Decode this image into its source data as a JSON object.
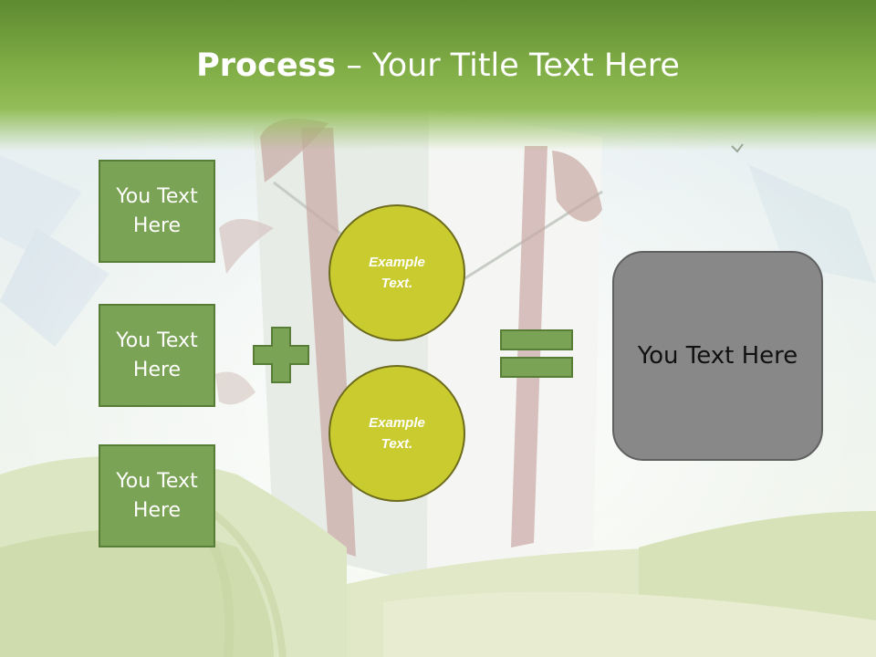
{
  "slide": {
    "title_bold": "Process",
    "title_rest": " – Your Title Text Here",
    "left_boxes": [
      {
        "label": "You Text Here"
      },
      {
        "label": "You Text Here"
      },
      {
        "label": "You Text Here"
      }
    ],
    "circles": [
      {
        "label": "Example Text."
      },
      {
        "label": "Example Text."
      }
    ],
    "result_label": "You Text Here",
    "colors": {
      "header": "#7fab46",
      "box_fill": "#7ba355",
      "circle_fill": "#c9cb2f",
      "result_fill": "#888888",
      "operator": "#7ba355"
    },
    "icons": [
      "plus-icon",
      "equals-icon"
    ]
  }
}
